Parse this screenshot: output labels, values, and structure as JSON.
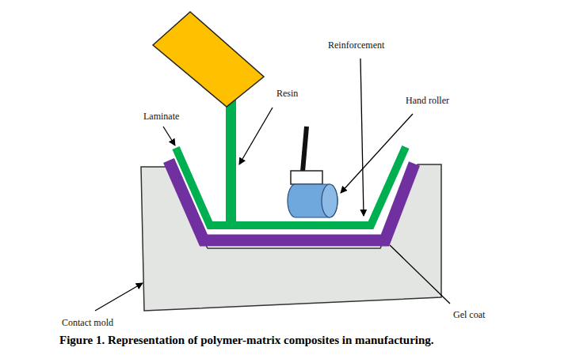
{
  "diagram": {
    "caption": "Figure 1. Representation of polymer-matrix composites in manufacturing.",
    "labels": [
      "Reinforcement",
      "Resin",
      "Hand roller",
      "Laminate",
      "Contact mold",
      "Gel coat"
    ]
  }
}
